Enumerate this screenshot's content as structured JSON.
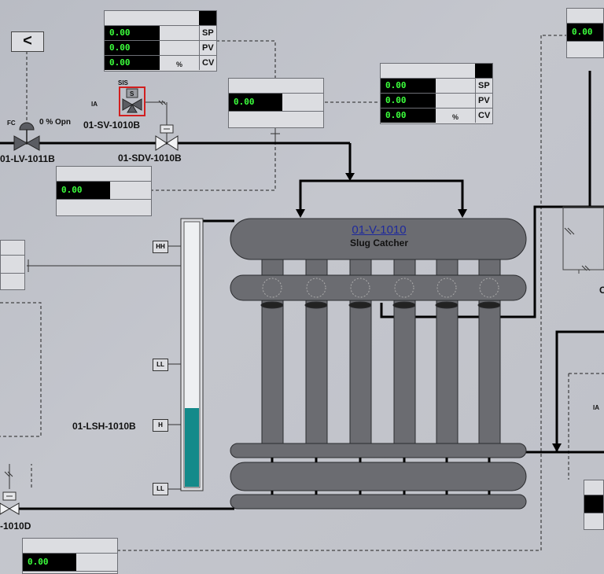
{
  "nav": {
    "back_label": "<"
  },
  "controller_faceplates": [
    {
      "rows": [
        {
          "value": "0.00",
          "unit": "",
          "label": "SP"
        },
        {
          "value": "0.00",
          "unit": "",
          "label": "PV"
        },
        {
          "value": "0.00",
          "unit": "%",
          "label": "CV"
        }
      ]
    },
    {
      "rows": [
        {
          "value": "0.00",
          "unit": "",
          "label": "SP"
        },
        {
          "value": "0.00",
          "unit": "",
          "label": "PV"
        },
        {
          "value": "0.00",
          "unit": "%",
          "label": "CV"
        }
      ]
    }
  ],
  "indicators": {
    "center": "0.00",
    "left_mid": "0.00",
    "bottom_left": "0.00",
    "top_right": "0.00"
  },
  "valves": {
    "lv": {
      "tag": "01-LV-1011B",
      "mode": "FC",
      "position": "0 % Opn"
    },
    "sv": {
      "tag": "01-SV-1010B",
      "system": "SIS",
      "solenoid": "S",
      "air": "IA"
    },
    "sdv": {
      "tag": "01-SDV-1010B"
    },
    "sdv_d": {
      "tag": "-1010D"
    }
  },
  "vessel": {
    "tag": "01-V-1010",
    "description": "Slug Catcher",
    "level_fraction": 0.3
  },
  "level_switches": {
    "hh": "HH",
    "ll_upper": "LL",
    "h": "H",
    "ll_lower": "LL",
    "lsh_tag": "01-LSH-1010B"
  },
  "right_labels": {
    "ia": "IA",
    "partial": "C"
  },
  "colors": {
    "pv_green": "#3cff3c",
    "level_teal": "#138a8a",
    "vessel_gray": "#6b6c71",
    "pipe": "#000000"
  }
}
